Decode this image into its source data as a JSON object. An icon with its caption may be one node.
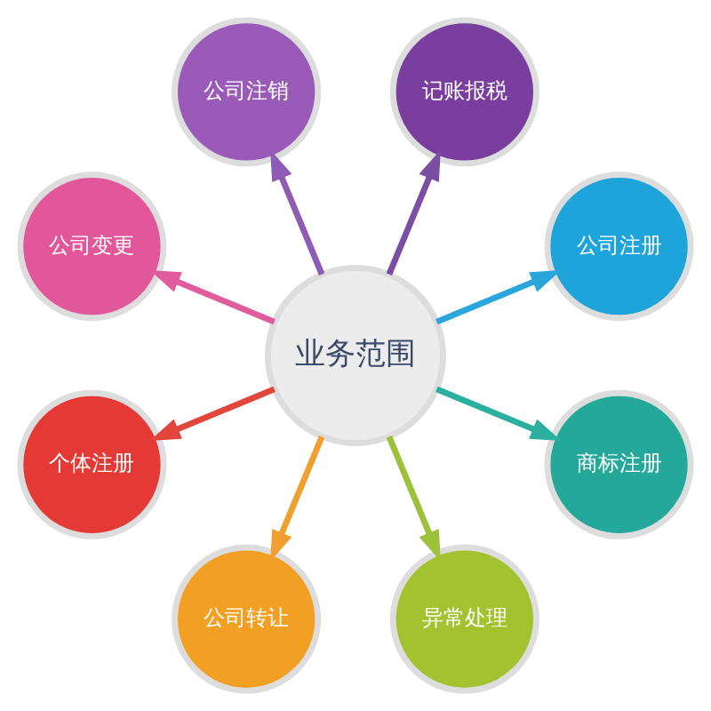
{
  "diagram": {
    "nodes": [
      {
        "text": [
          "业务范围"
        ]
      },
      {
        "text": [
          "公司注册"
        ]
      },
      {
        "text": [
          "记账报税"
        ]
      },
      {
        "text": [
          "公司注销"
        ]
      },
      {
        "text": [
          "公司变更"
        ]
      },
      {
        "text": [
          "个体注册"
        ]
      },
      {
        "text": [
          "公司转让"
        ]
      },
      {
        "text": [
          "异常处理"
        ]
      },
      {
        "text": [
          "商标注册"
        ]
      }
    ],
    "edges": [
      {
        "from": 0,
        "to": 1,
        "arrow": "to",
        "color": "#2aa6dc"
      },
      {
        "from": 0,
        "to": 2,
        "arrow": "to",
        "color": "#7b4ea3"
      },
      {
        "from": 0,
        "to": 3,
        "arrow": "to",
        "color": "#8e5bb5"
      },
      {
        "from": 0,
        "to": 4,
        "arrow": "to",
        "color": "#e05c9c"
      },
      {
        "from": 0,
        "to": 5,
        "arrow": "to",
        "color": "#e2453c"
      },
      {
        "from": 0,
        "to": 6,
        "arrow": "to",
        "color": "#f0a030"
      },
      {
        "from": 0,
        "to": 7,
        "arrow": "to",
        "color": "#9cc13a"
      },
      {
        "from": 0,
        "to": 8,
        "arrow": "to",
        "color": "#2bb0a0"
      }
    ]
  }
}
